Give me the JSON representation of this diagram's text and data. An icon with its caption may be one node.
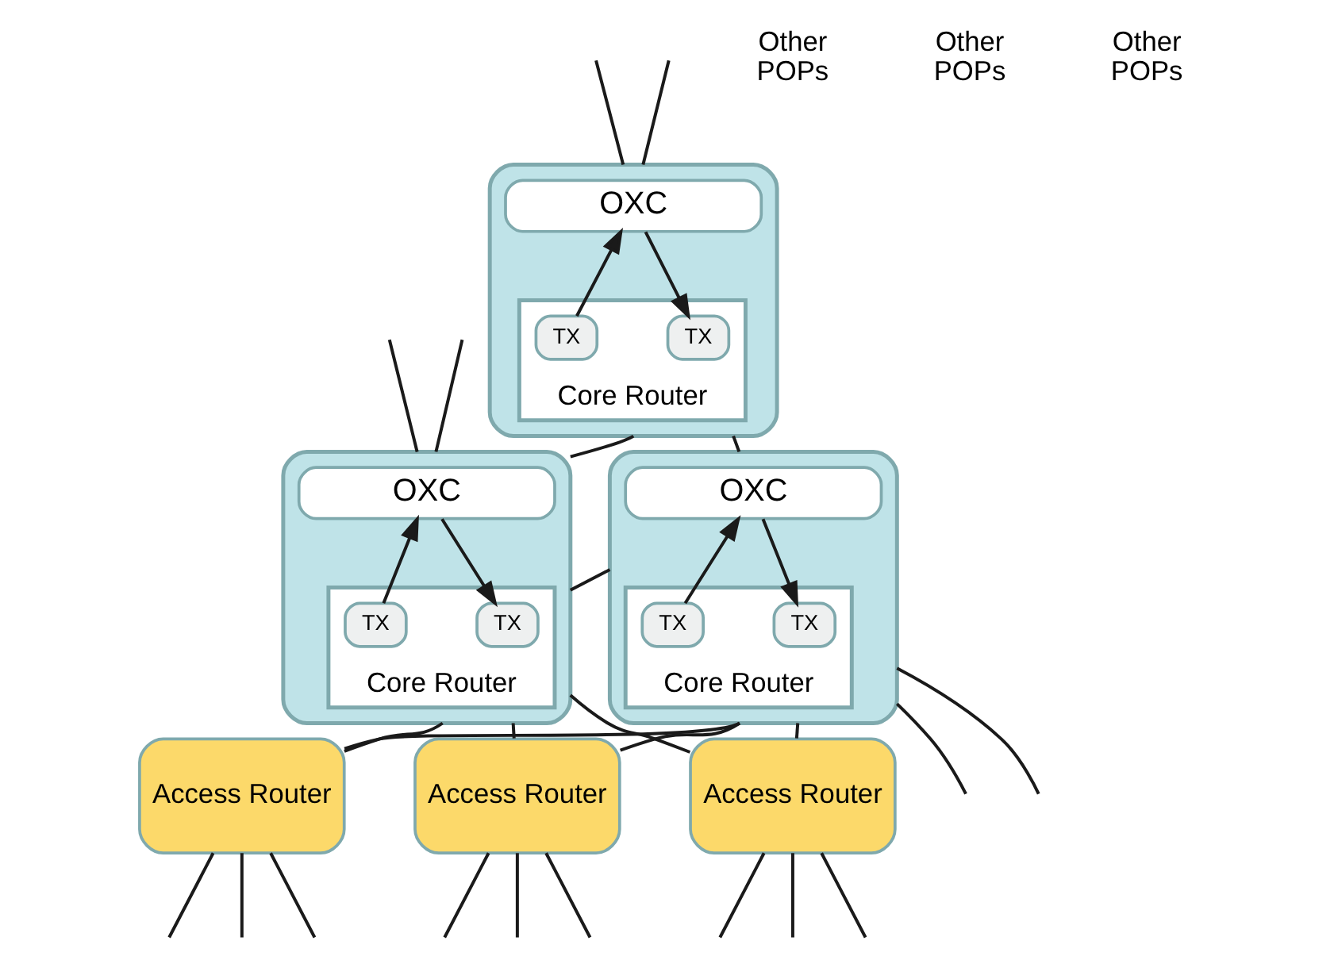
{
  "diagram": {
    "nodes": [
      {
        "text": [],
        "shape": "box"
      },
      {
        "text": [
          "OXC"
        ],
        "in": 0
      },
      {
        "text": [
          "Core Router"
        ],
        "in": 0
      },
      {
        "text": [
          "TX"
        ],
        "in": 2
      },
      {
        "text": [
          "TX"
        ],
        "in": 2
      },
      {
        "text": [],
        "shape": "box"
      },
      {
        "text": [
          "OXC"
        ],
        "in": 5
      },
      {
        "text": [
          "Core Router"
        ],
        "in": 5
      },
      {
        "text": [
          "TX"
        ],
        "in": 7
      },
      {
        "text": [
          "TX"
        ],
        "in": 7
      },
      {
        "text": [],
        "shape": "box"
      },
      {
        "text": [
          "OXC"
        ],
        "in": 10
      },
      {
        "text": [
          "Core Router"
        ],
        "in": 10
      },
      {
        "text": [
          "TX"
        ],
        "in": 12
      },
      {
        "text": [
          "TX"
        ],
        "in": 12
      },
      {
        "text": [
          "Access Router"
        ]
      },
      {
        "text": [
          "Access Router"
        ]
      },
      {
        "text": [
          "Access Router"
        ]
      }
    ],
    "edges": [
      {
        "from": 3,
        "to": 1,
        "arrow": "to"
      },
      {
        "from": 1,
        "to": 4,
        "arrow": "to"
      },
      {
        "from": 8,
        "to": 6,
        "arrow": "to"
      },
      {
        "from": 6,
        "to": 9,
        "arrow": "to"
      },
      {
        "from": 13,
        "to": 11,
        "arrow": "to"
      },
      {
        "from": 11,
        "to": 14,
        "arrow": "to"
      },
      {
        "from": null,
        "to": 0,
        "arrow": "none"
      },
      {
        "from": null,
        "to": 0,
        "arrow": "none"
      },
      {
        "from": null,
        "to": 5,
        "arrow": "none"
      },
      {
        "from": null,
        "to": 5,
        "arrow": "none"
      },
      {
        "from": 10,
        "to": null,
        "arrow": "none"
      },
      {
        "from": 10,
        "to": null,
        "arrow": "none"
      },
      {
        "from": 0,
        "to": 5,
        "arrow": "none"
      },
      {
        "from": 0,
        "to": 10,
        "arrow": "none"
      },
      {
        "from": 5,
        "to": 10,
        "arrow": "none"
      },
      {
        "from": 5,
        "to": 15,
        "arrow": "none"
      },
      {
        "from": 5,
        "to": 16,
        "arrow": "none"
      },
      {
        "from": 5,
        "to": 17,
        "arrow": "none"
      },
      {
        "from": 10,
        "to": 15,
        "arrow": "none"
      },
      {
        "from": 10,
        "to": 16,
        "arrow": "none"
      },
      {
        "from": 10,
        "to": 17,
        "arrow": "none"
      },
      {
        "from": 15,
        "to": null,
        "arrow": "none"
      },
      {
        "from": 15,
        "to": null,
        "arrow": "none"
      },
      {
        "from": 15,
        "to": null,
        "arrow": "none"
      },
      {
        "from": 16,
        "to": null,
        "arrow": "none"
      },
      {
        "from": 16,
        "to": null,
        "arrow": "none"
      },
      {
        "from": 16,
        "to": null,
        "arrow": "none"
      },
      {
        "from": 17,
        "to": null,
        "arrow": "none"
      },
      {
        "from": 17,
        "to": null,
        "arrow": "none"
      },
      {
        "from": 17,
        "to": null,
        "arrow": "none"
      }
    ],
    "labels": [
      "Other POPs",
      "Other POPs",
      "Other POPs"
    ]
  }
}
